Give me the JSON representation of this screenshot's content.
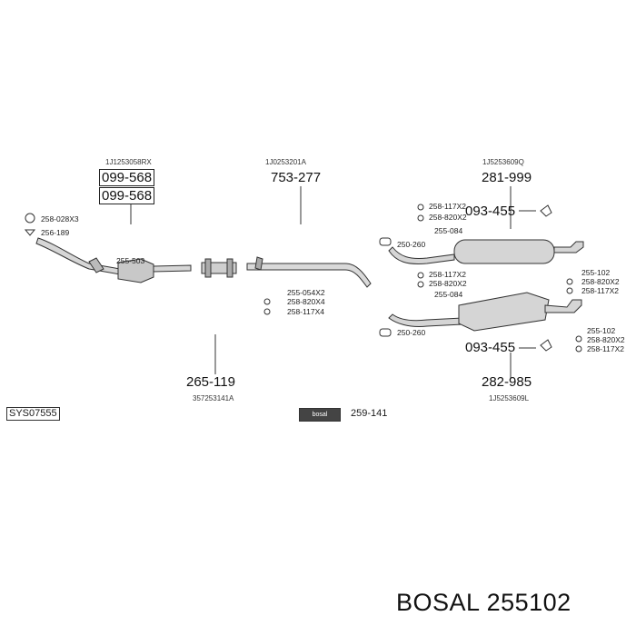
{
  "diagram": {
    "parts_group_left": {
      "oem_code": "1J1253058RX",
      "part_upper": "099-568",
      "part_lower": "099-568",
      "fitting_1": "258-028X3",
      "fitting_2": "256-189",
      "fitting_3": "255-503"
    },
    "parts_group_middle": {
      "oem_code": "1J0253201A",
      "part": "753-277",
      "fitting_1": "255-054X2",
      "fitting_2": "258-820X4",
      "fitting_3": "258-117X4"
    },
    "parts_group_lower_middle": {
      "part": "265-119",
      "oem_code": "357253141A"
    },
    "parts_group_right_upper": {
      "oem_code": "1J5253609Q",
      "part": "281-999",
      "hanger": "093-455",
      "fitting_1": "258-117X2",
      "fitting_2": "258-820X2",
      "fitting_3": "255-084",
      "fitting_4": "250-260",
      "fitting_5": "255-102",
      "fitting_6": "258-820X2",
      "fitting_7": "258-117X2"
    },
    "parts_group_right_lower": {
      "fitting_1": "258-117X2",
      "fitting_2": "258-820X2",
      "fitting_3": "255-084",
      "fitting_4": "250-260",
      "fitting_5": "255-102",
      "fitting_6": "258-820X2",
      "fitting_7": "258-117X2",
      "hanger": "093-455",
      "part": "282-985",
      "oem_code": "1J5253609L"
    },
    "system_code": "SYS07555",
    "logo_text": "bosal",
    "logo_part": "259-141"
  },
  "footer": {
    "brand": "BOSAL",
    "part_number": "255102"
  }
}
